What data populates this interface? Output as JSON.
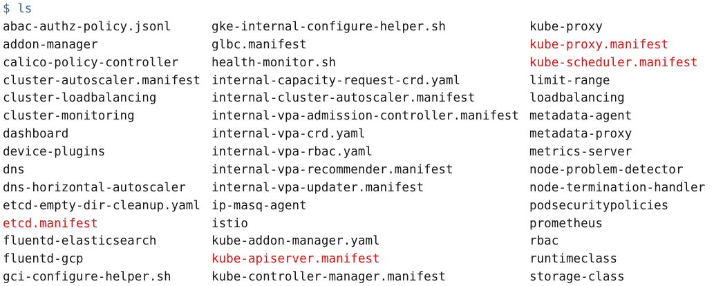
{
  "terminal": {
    "prompt_symbol": "$",
    "command": "ls"
  },
  "colors": {
    "background": "#ffffff",
    "text": "#161616",
    "prompt_blue": "#3465a4",
    "highlight_red": "#e01010"
  },
  "listing": {
    "columns": [
      {
        "items": [
          {
            "text": "abac-authz-policy.jsonl",
            "highlight": false
          },
          {
            "text": "addon-manager",
            "highlight": false
          },
          {
            "text": "calico-policy-controller",
            "highlight": false
          },
          {
            "text": "cluster-autoscaler.manifest",
            "highlight": false
          },
          {
            "text": "cluster-loadbalancing",
            "highlight": false
          },
          {
            "text": "cluster-monitoring",
            "highlight": false
          },
          {
            "text": "dashboard",
            "highlight": false
          },
          {
            "text": "device-plugins",
            "highlight": false
          },
          {
            "text": "dns",
            "highlight": false
          },
          {
            "text": "dns-horizontal-autoscaler",
            "highlight": false
          },
          {
            "text": "etcd-empty-dir-cleanup.yaml",
            "highlight": false
          },
          {
            "text": "etcd.manifest",
            "highlight": true
          },
          {
            "text": "fluentd-elasticsearch",
            "highlight": false
          },
          {
            "text": "fluentd-gcp",
            "highlight": false
          },
          {
            "text": "gci-configure-helper.sh",
            "highlight": false
          }
        ]
      },
      {
        "items": [
          {
            "text": "gke-internal-configure-helper.sh",
            "highlight": false
          },
          {
            "text": "glbc.manifest",
            "highlight": false
          },
          {
            "text": "health-monitor.sh",
            "highlight": false
          },
          {
            "text": "internal-capacity-request-crd.yaml",
            "highlight": false
          },
          {
            "text": "internal-cluster-autoscaler.manifest",
            "highlight": false
          },
          {
            "text": "internal-vpa-admission-controller.manifest",
            "highlight": false
          },
          {
            "text": "internal-vpa-crd.yaml",
            "highlight": false
          },
          {
            "text": "internal-vpa-rbac.yaml",
            "highlight": false
          },
          {
            "text": "internal-vpa-recommender.manifest",
            "highlight": false
          },
          {
            "text": "internal-vpa-updater.manifest",
            "highlight": false
          },
          {
            "text": "ip-masq-agent",
            "highlight": false
          },
          {
            "text": "istio",
            "highlight": false
          },
          {
            "text": "kube-addon-manager.yaml",
            "highlight": false
          },
          {
            "text": "kube-apiserver.manifest",
            "highlight": true
          },
          {
            "text": "kube-controller-manager.manifest",
            "highlight": false
          }
        ]
      },
      {
        "items": [
          {
            "text": "kube-proxy",
            "highlight": false
          },
          {
            "text": "kube-proxy.manifest",
            "highlight": true
          },
          {
            "text": "kube-scheduler.manifest",
            "highlight": true
          },
          {
            "text": "limit-range",
            "highlight": false
          },
          {
            "text": "loadbalancing",
            "highlight": false
          },
          {
            "text": "metadata-agent",
            "highlight": false
          },
          {
            "text": "metadata-proxy",
            "highlight": false
          },
          {
            "text": "metrics-server",
            "highlight": false
          },
          {
            "text": "node-problem-detector",
            "highlight": false
          },
          {
            "text": "node-termination-handler",
            "highlight": false
          },
          {
            "text": "podsecuritypolicies",
            "highlight": false
          },
          {
            "text": "prometheus",
            "highlight": false
          },
          {
            "text": "rbac",
            "highlight": false
          },
          {
            "text": "runtimeclass",
            "highlight": false
          },
          {
            "text": "storage-class",
            "highlight": false
          }
        ]
      }
    ]
  }
}
